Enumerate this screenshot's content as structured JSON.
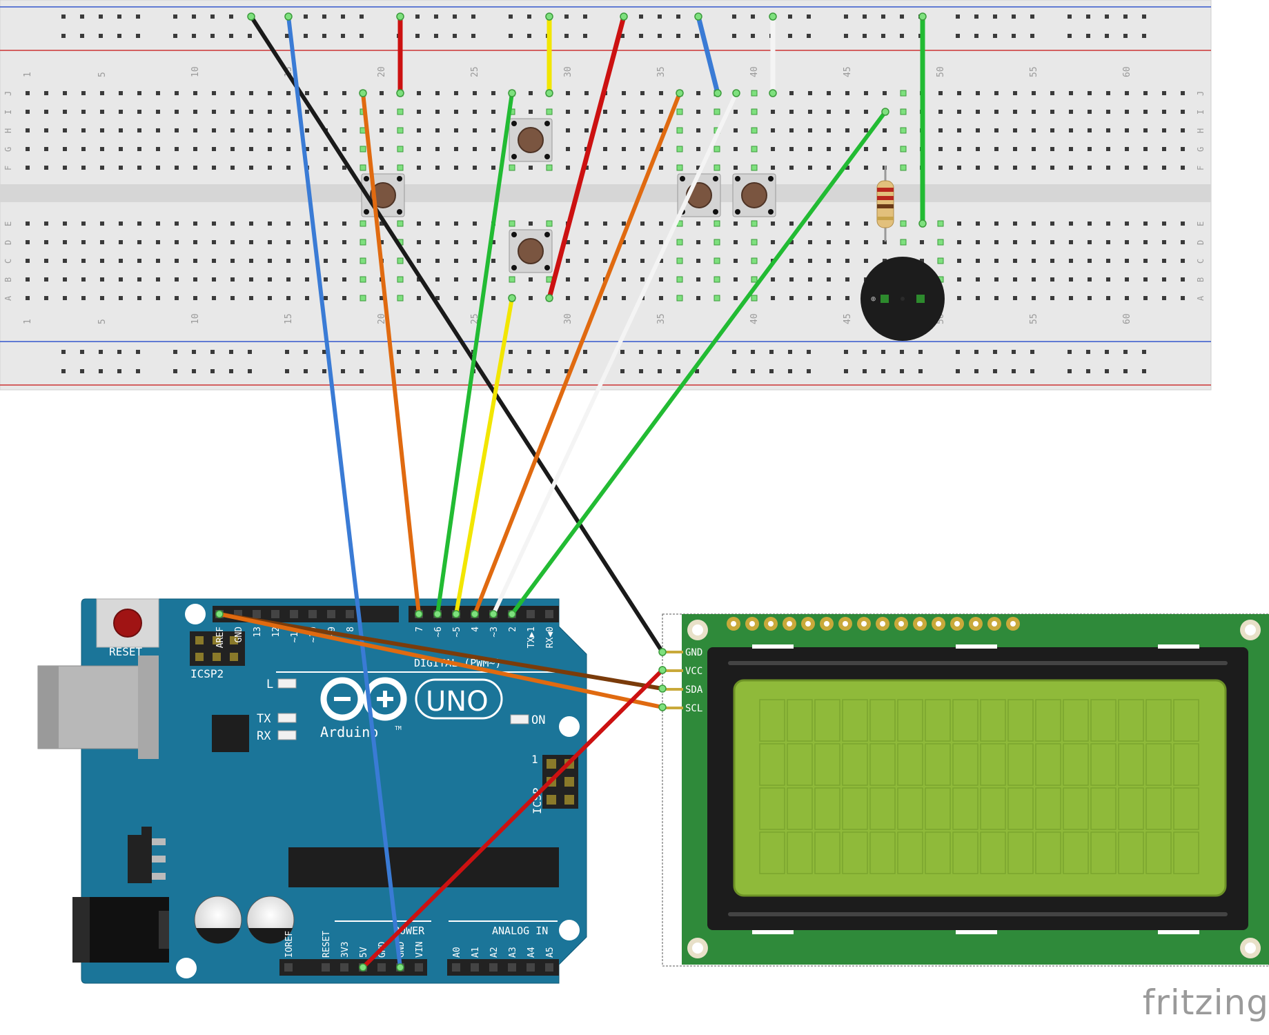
{
  "breadboard": {
    "column_numbers": [
      "1",
      "5",
      "10",
      "15",
      "20",
      "25",
      "30",
      "35",
      "40",
      "45",
      "50",
      "55",
      "60"
    ],
    "row_letters_top": [
      "J",
      "I",
      "H",
      "G",
      "F"
    ],
    "row_letters_bottom": [
      "E",
      "D",
      "C",
      "B",
      "A"
    ]
  },
  "arduino": {
    "reset_label": "RESET",
    "icsp2_label": "ICSP2",
    "icsp_label": "ICSP",
    "icsp_pin1": "1",
    "uno_label": "UNO",
    "brand_label": "Arduino",
    "trademark": "TM",
    "led_l": "L",
    "led_tx": "TX",
    "led_rx": "RX",
    "led_on": "ON",
    "digital_header_label": "DIGITAL (PWM~)",
    "digital_pins": [
      "AREF",
      "GND",
      "13",
      "12",
      "~11",
      "~10",
      "~9",
      "8",
      "7",
      "~6",
      "~5",
      "4",
      "~3",
      "2",
      "TX▶1",
      "RX◀0"
    ],
    "power_header_label": "POWER",
    "power_pins": [
      "IOREF",
      "RESET",
      "3V3",
      "5V",
      "GND",
      "GND",
      "VIN"
    ],
    "analog_header_label": "ANALOG IN",
    "analog_pins": [
      "A0",
      "A1",
      "A2",
      "A3",
      "A4",
      "A5"
    ]
  },
  "lcd": {
    "pins": [
      "GND",
      "VCC",
      "SDA",
      "SCL"
    ],
    "pcb_color": "#2f8a3a",
    "screen_color": "#8fba3a"
  },
  "wire_colors": {
    "black": "#1a1a1a",
    "blue": "#3a7bd5",
    "orange": "#e06a10",
    "green": "#22bb33",
    "yellow": "#f2e600",
    "white": "#f4f4f4",
    "red": "#cc1111",
    "brown": "#7a3b0a"
  },
  "watermark": "fritzing"
}
